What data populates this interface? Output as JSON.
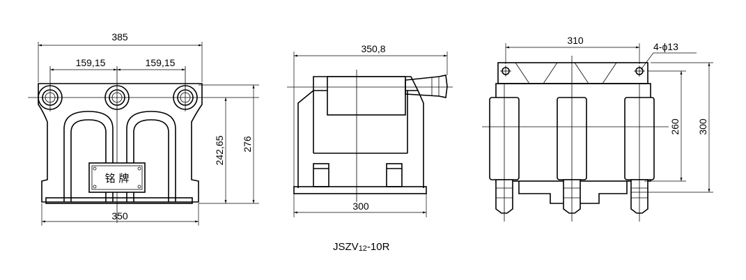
{
  "front_view": {
    "dim_overall_width_top": "385",
    "dim_spacing_left": "159,15",
    "dim_spacing_right": "159,15",
    "dim_height_inner": "242,65",
    "dim_height_outer": "276",
    "dim_center_bottom": "350",
    "dim_base_width": "350",
    "nameplate_text": "铭 牌"
  },
  "side_view": {
    "dim_overall_length": "350,8",
    "dim_base_length": "300"
  },
  "top_view": {
    "dim_hole_spacing": "310",
    "dim_holes": "4-ϕ13",
    "dim_hole_pitch": "260",
    "dim_overall": "300"
  },
  "model": {
    "prefix": "JSZV",
    "subscript": "12",
    "suffix": "-10R"
  }
}
